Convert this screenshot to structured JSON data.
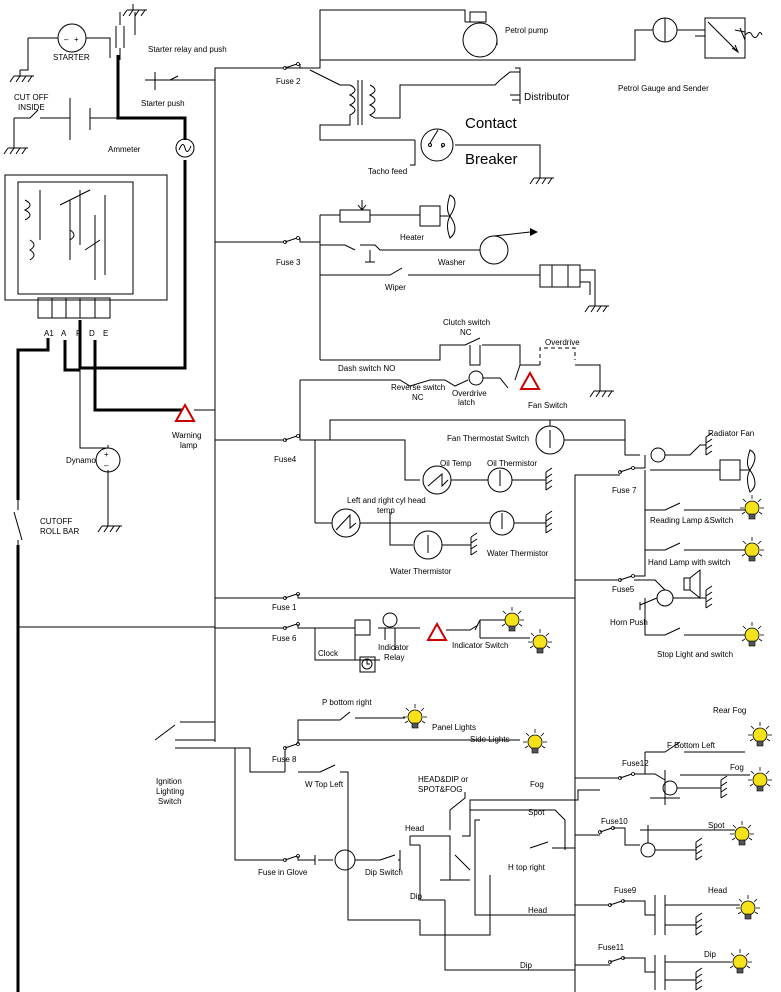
{
  "colors": {
    "wire": "#000000",
    "warning_outline": "#cc0000",
    "bulb": "#f5e21a",
    "bulb_rays": "#000000",
    "background": "#ffffff"
  },
  "labels": {
    "starter": "STARTER",
    "starter_relay": "Starter relay and push",
    "starter_push": "Starter push",
    "cut_off_inside_1": "CUT OFF",
    "cut_off_inside_2": "INSIDE",
    "ammeter": "Ammeter",
    "petrol_pump": "Petrol pump",
    "fuse2": "Fuse 2",
    "distributor": "Distributor",
    "petrol_gauge": "Petrol Gauge and Sender",
    "contact": "Contact",
    "breaker": "Breaker",
    "tacho_feed": "Tacho feed",
    "heater": "Heater",
    "fuse3": "Fuse 3",
    "washer": "Washer",
    "wiper": "Wiper",
    "term_a1": "A1",
    "term_a": "A",
    "term_f": "F",
    "term_d": "D",
    "term_e": "E",
    "clutch_switch_1": "Clutch switch",
    "clutch_switch_2": "NC",
    "overdrive": "Overdrive",
    "dash_switch": "Dash switch NO",
    "reverse_switch_1": "Reverse switch",
    "reverse_switch_2": "NC",
    "overdrive_latch_1": "Overdrive",
    "overdrive_latch_2": "latch",
    "fan_switch": "Fan Switch",
    "warning_lamp_1": "Warning",
    "warning_lamp_2": "lamp",
    "fan_thermostat_switch": "Fan Thermostat Switch",
    "radiator_fan": "Radiator Fan",
    "dynamo": "Dynamo",
    "fuse4": "Fuse4",
    "oil_temp": "Oil Temp",
    "oil_thermistor": "Oil Thermistor",
    "fuse7": "Fuse 7",
    "cyl_head_temp_1": "Left and right cyl head",
    "cyl_head_temp_2": "temp",
    "reading_lamp": "Reading Lamp &Switch",
    "cutoff_roll_bar_1": "CUTOFF",
    "cutoff_roll_bar_2": "ROLL BAR",
    "water_thermistor_a": "Water Thermistor",
    "water_thermistor_b": "Water Thermistor",
    "hand_lamp": "Hand Lamp with switch",
    "fuse5": "Fuse5",
    "fuse1": "Fuse 1",
    "horn_push": "Horn Push",
    "fuse6": "Fuse 6",
    "clock": "Clock",
    "indicator_relay_1": "Indicator",
    "indicator_relay_2": "Relay",
    "indicator_switch": "Indicator Switch",
    "stop_light": "Stop Light and switch",
    "p_bottom_right": "P bottom right",
    "panel_lights": "Panel Lights",
    "rear_fog": "Rear Fog",
    "side_lights": "Side Lights",
    "f_bottom_left": "F Bottom Left",
    "ignition_1": "Ignition",
    "ignition_2": "Lighting",
    "ignition_3": "Switch",
    "fuse8": "Fuse 8",
    "w_top_left": "W Top Left",
    "head_dip_1": "HEAD&DIP or",
    "head_dip_2": "SPOT&FOG",
    "fog_wire": "Fog",
    "fuse12": "Fuse12",
    "fog_lamp": "Fog",
    "head_sw": "Head",
    "spot_wire": "Spot",
    "fuse10": "Fuse10",
    "spot_lamp": "Spot",
    "fuse_glove": "Fuse in Glove",
    "dip_switch": "Dip Switch",
    "h_top_right": "H top right",
    "dip_sw": "Dip",
    "head_wire": "Head",
    "fuse9": "Fuse9",
    "head_lamp": "Head",
    "fuse11": "Fuse11",
    "dip_wire": "Dip",
    "dip_lamp": "Dip"
  }
}
